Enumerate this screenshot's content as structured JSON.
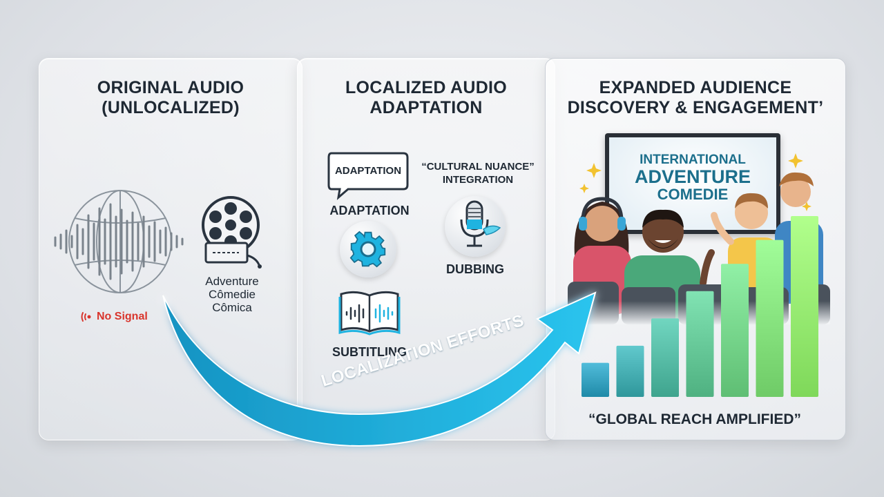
{
  "panel1": {
    "title_line1": "ORIGINAL AUDIO",
    "title_line2": "(UNLOCALIZED)",
    "no_signal": "No Signal",
    "film_line1": "Adventure",
    "film_line2": "Cômedie",
    "film_line3": "Cômica"
  },
  "panel2": {
    "title_line1": "LOCALIZED AUDIO",
    "title_line2": "ADAPTATION",
    "bubble_text": "ADAPTATION",
    "adaptation_label": "ADAPTATION",
    "nuance_line1": "“CULTURAL NUANCE”",
    "nuance_line2": "INTEGRATION",
    "dubbing_label": "DUBBING",
    "subtitling_label": "SUBTITLING"
  },
  "panel3": {
    "title_line1": "EXPANDED AUDIENCE",
    "title_line2": "DISCOVERY & ENGAGEMENT’",
    "screen_line1": "INTERNATIONAL",
    "screen_line2": "ADVENTURE",
    "screen_line3": "COMEDIE",
    "tagline": "“GLOBAL REACH AMPLIFIED”"
  },
  "arrow_label": "LOCALIZATION EFFORTS",
  "colors": {
    "accent": "#1fb3e0",
    "no_signal": "#d9352c",
    "bar_start": "#1f8aa8",
    "bar_end": "#7fd85a"
  },
  "chart_data": {
    "type": "bar",
    "values": [
      1,
      1.5,
      2.3,
      3.1,
      3.9,
      4.6,
      5.3
    ]
  }
}
